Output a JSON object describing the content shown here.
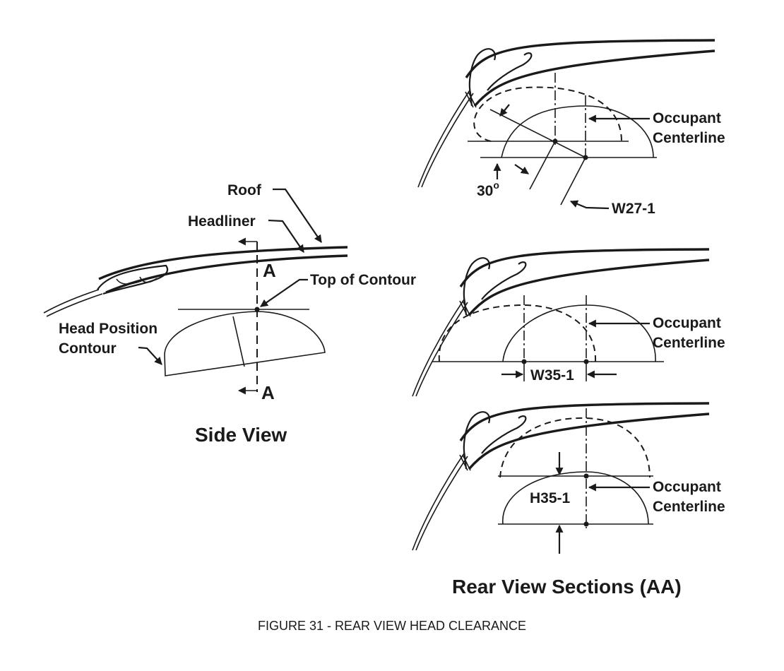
{
  "side_view": {
    "roof_label": "Roof",
    "headliner_label": "Headliner",
    "section_top_label": "A",
    "section_bottom_label": "A",
    "top_contour_label": "Top of Contour",
    "head_contour_line1": "Head Position",
    "head_contour_line2": "Contour",
    "title": "Side View"
  },
  "rear_views": {
    "view1": {
      "centerline_line1": "Occupant",
      "centerline_line2": "Centerline",
      "angle_label": "30",
      "angle_unit": "o",
      "dimension_label": "W27-1"
    },
    "view2": {
      "centerline_line1": "Occupant",
      "centerline_line2": "Centerline",
      "dimension_label": "W35-1"
    },
    "view3": {
      "centerline_line1": "Occupant",
      "centerline_line2": "Centerline",
      "dimension_label": "H35-1"
    },
    "title": "Rear View Sections (AA)"
  },
  "caption": "FIGURE 31 - REAR VIEW HEAD CLEARANCE"
}
